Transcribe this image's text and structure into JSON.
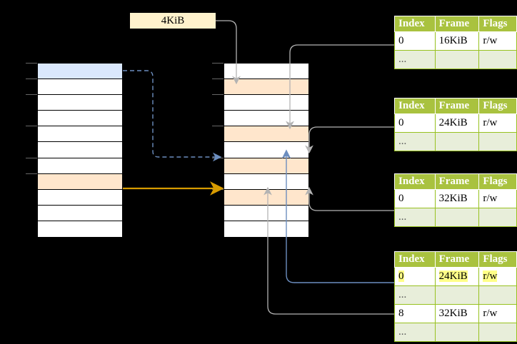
{
  "diagram": {
    "title": "paging-translation-diagram",
    "label_box": {
      "text": "4KiB"
    },
    "colors": {
      "highlight_blue": "#dae8fc",
      "highlight_orange": "#ffe6cc",
      "label_cream": "#fff2cc",
      "table_header_green": "#a9c23f",
      "table_alt_green": "#e8eeda",
      "yellow_mark": "#ffff88",
      "arrow_orange": "#d79b00",
      "arrow_blue": "#6c8ebf",
      "wire_gray": "#b3b3b3"
    },
    "left_column": {
      "name": "virtual-address-space",
      "row_count": 11,
      "rows": [
        {
          "index": 0,
          "fill": "blue",
          "label": ""
        },
        {
          "index": 1,
          "fill": "white",
          "label": ""
        },
        {
          "index": 2,
          "fill": "white",
          "label": ""
        },
        {
          "index": 3,
          "fill": "white",
          "label": ""
        },
        {
          "index": 4,
          "fill": "white",
          "label": ""
        },
        {
          "index": 5,
          "fill": "white",
          "label": ""
        },
        {
          "index": 6,
          "fill": "white",
          "label": ""
        },
        {
          "index": 7,
          "fill": "orange",
          "label": ""
        },
        {
          "index": 8,
          "fill": "white",
          "label": ""
        },
        {
          "index": 9,
          "fill": "white",
          "label": ""
        },
        {
          "index": 10,
          "fill": "white",
          "label": ""
        }
      ]
    },
    "middle_column": {
      "name": "physical-memory",
      "row_count": 11,
      "rows": [
        {
          "index": 0,
          "fill": "white",
          "label": ""
        },
        {
          "index": 1,
          "fill": "orange",
          "label": ""
        },
        {
          "index": 2,
          "fill": "white",
          "label": ""
        },
        {
          "index": 3,
          "fill": "white",
          "label": ""
        },
        {
          "index": 4,
          "fill": "orange",
          "label": ""
        },
        {
          "index": 5,
          "fill": "white",
          "label": ""
        },
        {
          "index": 6,
          "fill": "orange",
          "label": ""
        },
        {
          "index": 7,
          "fill": "white",
          "label": ""
        },
        {
          "index": 8,
          "fill": "orange",
          "label": ""
        },
        {
          "index": 9,
          "fill": "white",
          "label": ""
        },
        {
          "index": 10,
          "fill": "white",
          "label": ""
        }
      ]
    },
    "tables": [
      {
        "name": "page-table-1",
        "headers": [
          "Index",
          "Frame",
          "Flags"
        ],
        "rows": [
          {
            "kind": "data",
            "cells": [
              "0",
              "16KiB",
              "r/w"
            ],
            "highlight": false
          },
          {
            "kind": "ellipsis",
            "cells": [
              "...",
              "",
              ""
            ],
            "highlight": false
          }
        ]
      },
      {
        "name": "page-table-2",
        "headers": [
          "Index",
          "Frame",
          "Flags"
        ],
        "rows": [
          {
            "kind": "data",
            "cells": [
              "0",
              "24KiB",
              "r/w"
            ],
            "highlight": false
          },
          {
            "kind": "ellipsis",
            "cells": [
              "...",
              "",
              ""
            ],
            "highlight": false
          }
        ]
      },
      {
        "name": "page-table-3",
        "headers": [
          "Index",
          "Frame",
          "Flags"
        ],
        "rows": [
          {
            "kind": "data",
            "cells": [
              "0",
              "32KiB",
              "r/w"
            ],
            "highlight": false
          },
          {
            "kind": "ellipsis",
            "cells": [
              "...",
              "",
              ""
            ],
            "highlight": false
          }
        ]
      },
      {
        "name": "page-table-4",
        "headers": [
          "Index",
          "Frame",
          "Flags"
        ],
        "rows": [
          {
            "kind": "data",
            "cells": [
              "0",
              "24KiB",
              "r/w"
            ],
            "highlight": true
          },
          {
            "kind": "ellipsis",
            "cells": [
              "...",
              "",
              ""
            ],
            "highlight": false
          },
          {
            "kind": "data",
            "cells": [
              "8",
              "32KiB",
              "r/w"
            ],
            "highlight": false
          },
          {
            "kind": "ellipsis",
            "cells": [
              "...",
              "",
              ""
            ],
            "highlight": false
          }
        ]
      }
    ]
  }
}
